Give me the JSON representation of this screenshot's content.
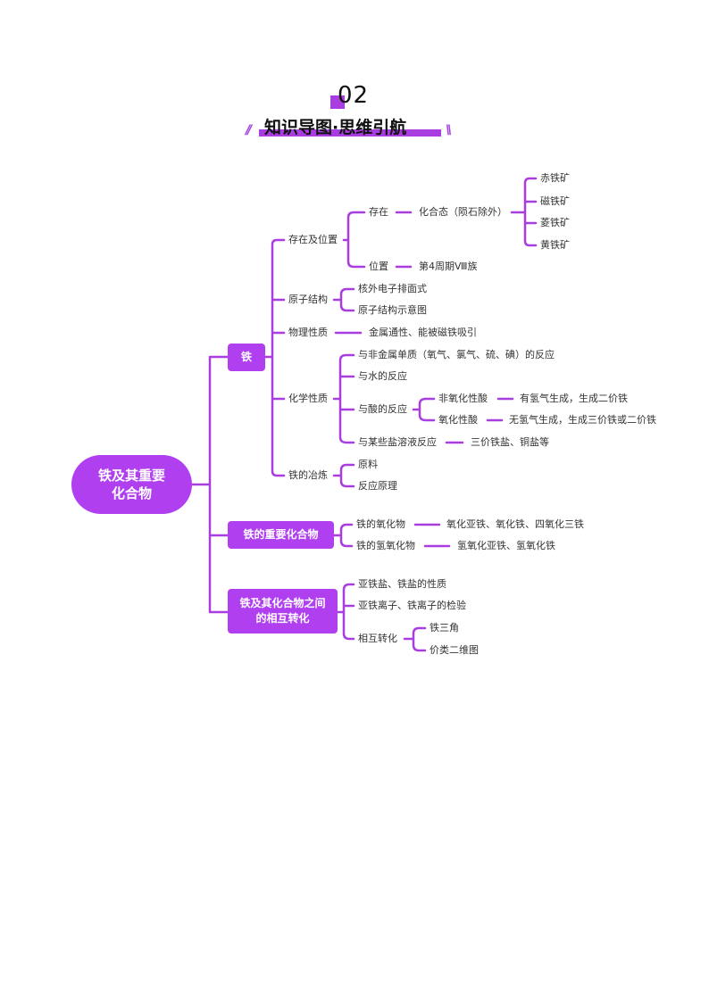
{
  "header": {
    "number": "02",
    "title": "知识导图·思维引航",
    "slashes": "//",
    "slashes_right": "\\\\"
  },
  "colors": {
    "accent": "#a93ee0",
    "node": "#b03ff0"
  },
  "root": "铁及其重要化合物",
  "branches": {
    "iron": {
      "label": "铁",
      "existence": {
        "label": "存在及位置",
        "cunzai": "存在",
        "combined": "化合态（陨石除外）",
        "ores": [
          "赤铁矿",
          "磁铁矿",
          "菱铁矿",
          "黄铁矿"
        ],
        "weizhi": "位置",
        "period": "第4周期Ⅷ族"
      },
      "atomic": {
        "label": "原子结构",
        "items": [
          "核外电子排面式",
          "原子结构示意图"
        ]
      },
      "physical": {
        "label": "物理性质",
        "value": "金属通性、能被磁铁吸引"
      },
      "chemical": {
        "label": "化学性质",
        "nonmetal": "与非金属单质（氧气、氯气、硫、碘）的反应",
        "water": "与水的反应",
        "acid": "与酸的反应",
        "nonox": "非氧化性酸",
        "nonox_result": "有氢气生成，生成二价铁",
        "ox": "氧化性酸",
        "ox_result": "无氢气生成，生成三价铁或二价铁",
        "salt": "与某些盐溶液反应",
        "salt_result": "三价铁盐、铜盐等"
      },
      "smelting": {
        "label": "铁的冶炼",
        "items": [
          "原料",
          "反应原理"
        ]
      }
    },
    "compounds": {
      "label": "铁的重要化合物",
      "oxide": "铁的氧化物",
      "oxide_list": "氧化亚铁、氧化铁、四氧化三铁",
      "hydroxide": "铁的氢氧化物",
      "hydroxide_list": "氢氧化亚铁、氢氧化铁"
    },
    "conversion": {
      "label": "铁及其化合物之间的相互转化",
      "items": [
        "亚铁盐、铁盐的性质",
        "亚铁离子、铁离子的检验"
      ],
      "mutual": "相互转化",
      "mutual_items": [
        "铁三角",
        "价类二维图"
      ]
    }
  }
}
